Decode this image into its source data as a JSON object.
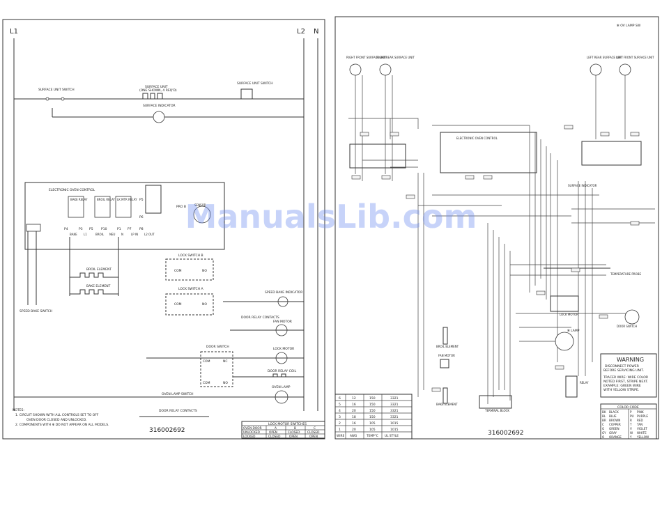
{
  "watermark": "ManualsLib.com",
  "left": {
    "rail_l1": "L1",
    "rail_l2": "L2",
    "rail_n": "N",
    "surface_switch_left": "SURFACE UNIT SWITCH",
    "surface_unit": "SURFACE UNIT",
    "surface_unit_note": "(ONE SHOWN, 4 REQ'D)",
    "surface_switch_right": "SURFACE UNIT SWITCH",
    "surface_indicator": "SURFACE INDICATOR",
    "electronic_oven_control": "ELECTRONIC OVEN CONTROL",
    "bake_relay": "BAKE RELAY",
    "broil_relay": "BROIL RELAY",
    "lock_motor_relay": "LK MTR RELAY",
    "pins": [
      "P4",
      "P3",
      "P5",
      "P10",
      "P1",
      "P7",
      "P8"
    ],
    "pin_labels": [
      "BAKE",
      "L1",
      "BROIL",
      "NEU",
      "N",
      "LP IN",
      "L2 OUT"
    ],
    "p5_label": "P5",
    "p6_label": "P6",
    "speed_bake_switch": "SPEED BAKE SWITCH",
    "broil_element": "BROIL ELEMENT",
    "bake_element": "BAKE ELEMENT",
    "probe": "PRO B",
    "temp_probe_short": "SENSOR",
    "lock_switch_b": "LOCK SWITCH B",
    "lock_switch_a": "LOCK SWITCH A",
    "com": "COM",
    "no": "NO",
    "nc": "NC",
    "speed_bake_indicator": "SPEED BAKE INDICATOR",
    "door_relay_contacts": "DOOR RELAY CONTACTS",
    "fan_motor": "FAN MOTOR",
    "door_switch": "DOOR SWITCH",
    "lock_motor": "LOCK MOTOR",
    "door_relay_coil": "DOOR RELAY COIL",
    "oven_lamp": "OVEN LAMP",
    "oven_lamp_switch": "OVEN LAMP SWITCH",
    "door_relay_contacts_2": "DOOR RELAY CONTACTS",
    "notes_title": "NOTES:",
    "note1": "1.  CIRCUIT SHOWN WITH ALL CONTROLS SET TO OFF",
    "note1b": "OVEN DOOR CLOSED AND UNLOCKED.",
    "note2": "2.  COMPONENTS WITH  ✻  DO NOT APPEAR ON ALL MODELS.",
    "part_number": "316002692",
    "lock_table": {
      "title": "LOCK MOTOR SWITCHES",
      "header": [
        "OVEN DOOR",
        "A",
        "B",
        "C"
      ],
      "rows": [
        [
          "UNLOCKED",
          "OPEN",
          "CLOSED",
          "CLOSED"
        ],
        [
          "LOCKED",
          "CLOSED",
          "OPEN",
          "OPEN"
        ]
      ]
    }
  },
  "right": {
    "oven_lamp_sw": "✻ OV LAMP SW",
    "rf_unit": "RIGHT FRONT SURFACE UNIT",
    "rr_unit": "RIGHT REAR SURFACE UNIT",
    "lr_unit": "LEFT REAR SURFACE UNIT",
    "lf_unit": "LEFT FRONT SURFACE UNIT",
    "eoc": "ELECTRONIC OVEN CONTROL",
    "surface_indicator": "SURFACE INDICATOR",
    "temperature_probe": "TEMPERATURE PROBE",
    "lock_motor": "LOCK MOTOR",
    "door_switch": "DOOR SWITCH",
    "broil_element": "BROIL ELEMENT",
    "fan_motor": "FAN MOTOR",
    "bake_element": "BAKE ELEMENT",
    "terminal_block": "TERMINAL BLOCK",
    "relay": "RELAY",
    "lamp": "✻ LAMP",
    "warning": {
      "title": "WARNING",
      "line1": "DISCONNECT POWER",
      "line2": "BEFORE SERVICING UNIT.",
      "line3": "TRACER WIRE: WIRE COLOR",
      "line4": "NOTED FIRST, STRIPE NEXT.",
      "line5": "EXAMPLE: GREEN WIRE",
      "line6": "WITH YELLOW STRIPE."
    },
    "color_code": {
      "title": "COLOR CODE",
      "rows": [
        [
          "BK",
          "BLACK",
          "P",
          "PINK"
        ],
        [
          "BL",
          "BLUE",
          "PU",
          "PURPLE"
        ],
        [
          "BR",
          "BROWN",
          "R",
          "RED"
        ],
        [
          "C",
          "COPPER",
          "T",
          "TAN"
        ],
        [
          "G",
          "GREEN",
          "V",
          "VIOLET"
        ],
        [
          "GY",
          "GRAY",
          "W",
          "WHITE"
        ],
        [
          "O",
          "ORANGE",
          "Y",
          "YELLOW"
        ]
      ]
    },
    "wire_table": {
      "header": [
        "WIRE",
        "AWG",
        "TEMP°C",
        "UL STYLE"
      ],
      "rows": [
        [
          "6",
          "12",
          "150",
          "3321"
        ],
        [
          "5",
          "16",
          "150",
          "3321"
        ],
        [
          "4",
          "20",
          "150",
          "3321"
        ],
        [
          "3",
          "18",
          "150",
          "3321"
        ],
        [
          "2",
          "16",
          "105",
          "1015"
        ],
        [
          "1",
          "20",
          "105",
          "1015"
        ]
      ]
    },
    "part_number": "316002692"
  }
}
